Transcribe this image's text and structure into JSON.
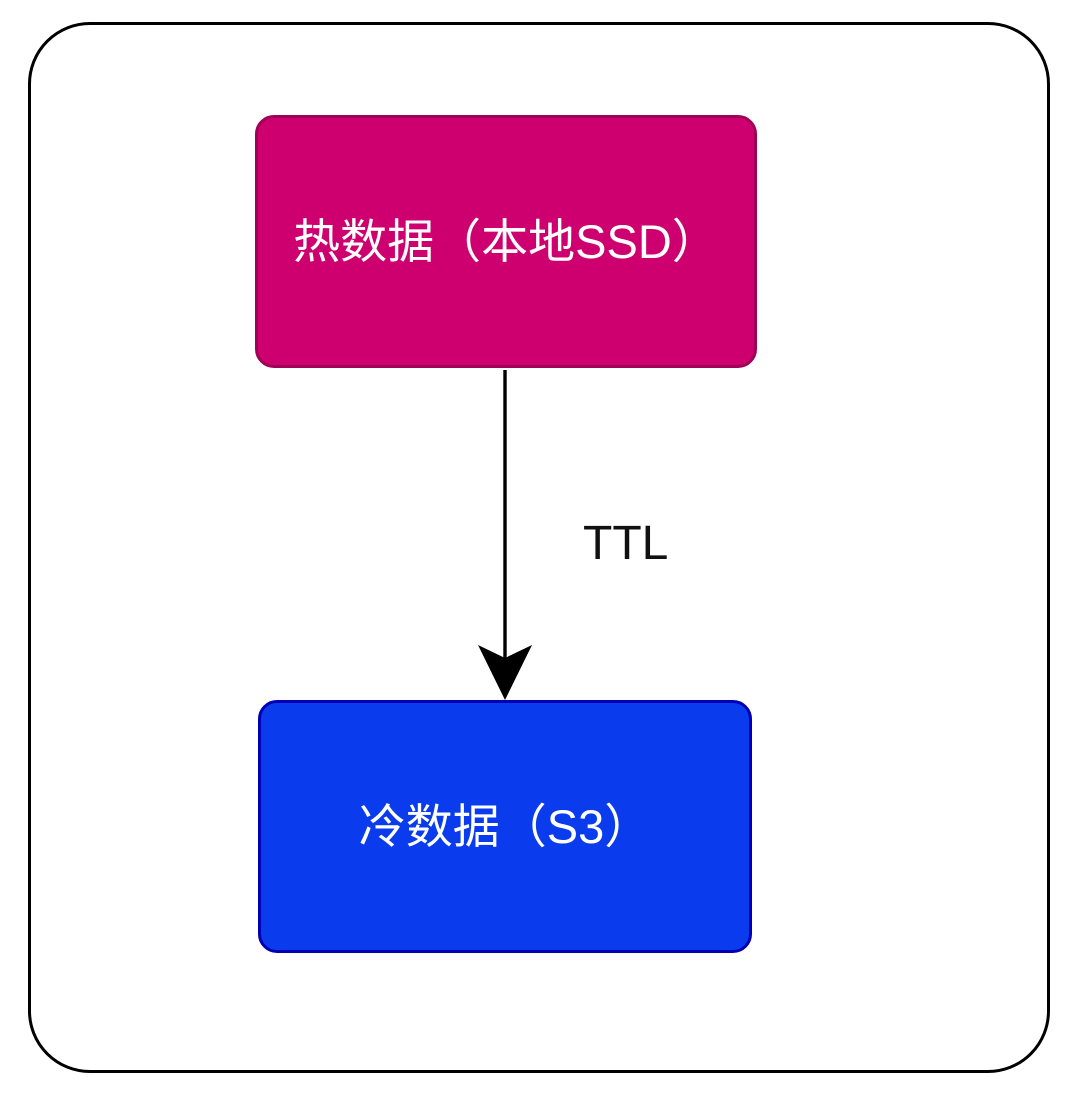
{
  "diagram": {
    "type": "flowchart",
    "orientation": "top-to-bottom",
    "container": {
      "name": "subgraph-container",
      "label": "",
      "border_color": "#000000",
      "fill_color": "#ffffff"
    },
    "nodes": [
      {
        "id": "hot",
        "label": "热数据（本地SSD）",
        "fill_color": "#CE0070",
        "border_color": "#A00055",
        "text_color": "#ffffff",
        "shape": "rounded-rectangle"
      },
      {
        "id": "cold",
        "label": "冷数据（S3）",
        "fill_color": "#0A3CEE",
        "border_color": "#0000B2",
        "text_color": "#ffffff",
        "shape": "rounded-rectangle"
      }
    ],
    "edges": [
      {
        "id": "hot-to-cold",
        "from": "hot",
        "to": "cold",
        "label": "TTL",
        "label_color": "#111111",
        "line_color": "#000000",
        "arrowhead": "filled-triangle"
      }
    ]
  }
}
